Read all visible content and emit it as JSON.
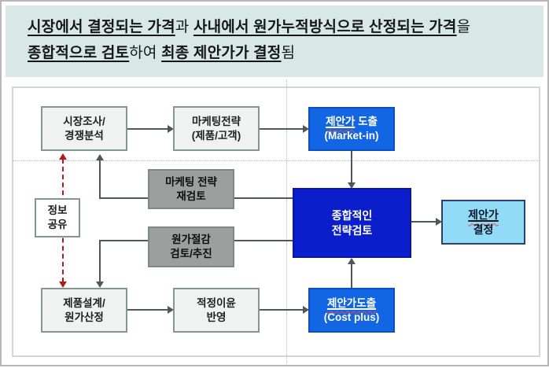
{
  "header": {
    "line1": {
      "seg1": "시장에서 결정되는 가격",
      "seg2": "과 ",
      "seg3": "사내에서 원가누적방식으로 산정되는 가격",
      "seg4": "을"
    },
    "line2": {
      "seg1": "종합적으로 검토",
      "seg2": "하여 ",
      "seg3": "최종 제안가가 결정",
      "seg4": "됨"
    }
  },
  "diagram": {
    "market_research": "시장조사/\n경쟁분석",
    "marketing_strategy": "마케팅전략\n(제품/고객)",
    "proposal_market_in": {
      "title_underlined": "제안가",
      "title_rest": " 도출",
      "subtitle": "(Market-in)"
    },
    "marketing_review": "마케팅 전략\n재검토",
    "info_sharing": "정보\n공유",
    "cost_reduction": "원가절감\n검토/추진",
    "comprehensive_review": "종합적인\n전략검토",
    "proposal_decision": {
      "title_underlined": "제안가",
      "subtitle": "결정"
    },
    "product_design": "제품설계/\n원가산정",
    "profit_reflection": "적정이윤\n반영",
    "proposal_cost_plus": {
      "title_underlined": "제안가도출",
      "title_rest": "",
      "subtitle": "(Cost plus)"
    }
  },
  "colors": {
    "header_bg": "#d7e8e6",
    "box_light_bg": "#f0f2f1",
    "box_light_border": "#84978c",
    "box_gray_bg": "#9b9f9e",
    "box_blue_bg": "#1266e3",
    "box_navy_bg": "#0a1ecb",
    "box_skyblue_bg": "#92dbf7",
    "arrow_line": "#4d575c",
    "red_dashed_line": "#b51a1a"
  }
}
